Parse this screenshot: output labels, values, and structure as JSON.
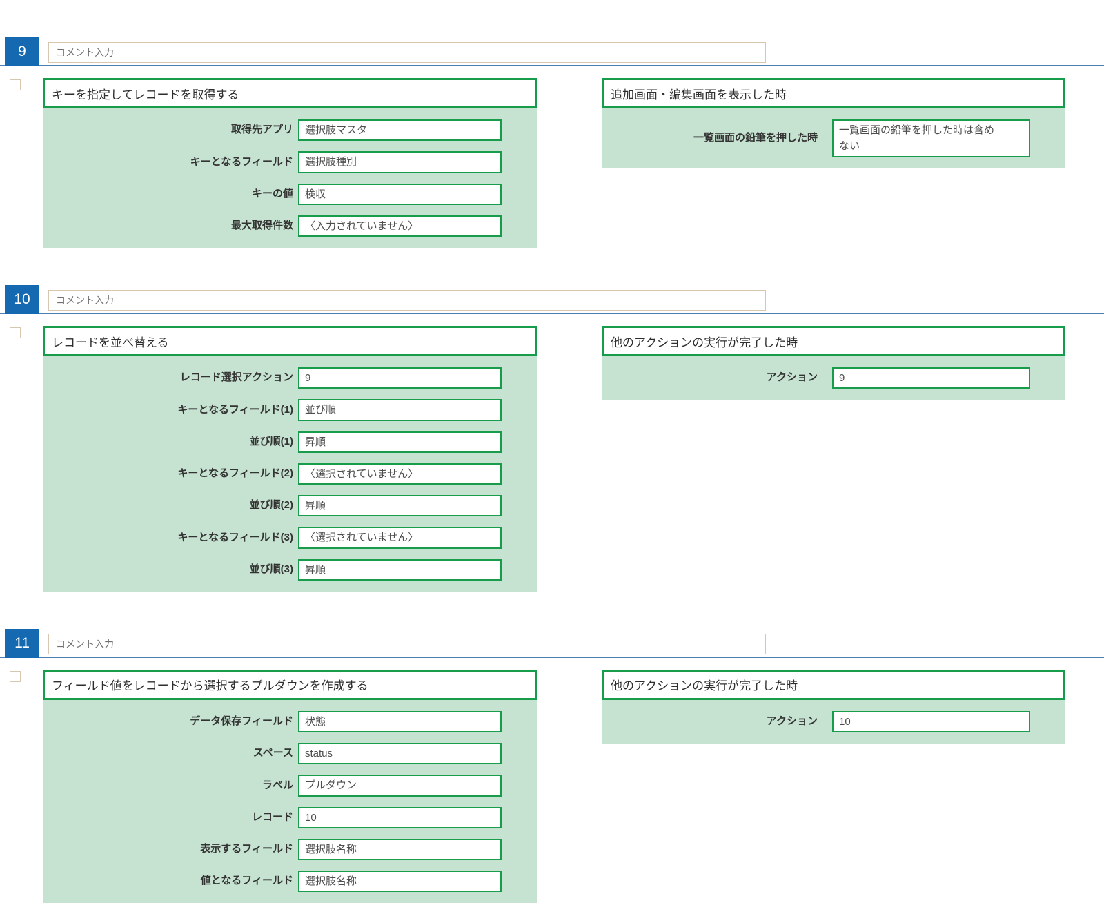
{
  "colors": {
    "badge_blue": "#1569b0",
    "divider_blue": "#4d7fb0",
    "green_border": "#169c4a",
    "panel_green_bg": "#c6e3d1",
    "tan_border": "#d8c7b0"
  },
  "sections": [
    {
      "number": "9",
      "comment_placeholder": "コメント入力",
      "action": {
        "title": "キーを指定してレコードを取得する",
        "fields": [
          {
            "label": "取得先アプリ",
            "value": "選択肢マスタ"
          },
          {
            "label": "キーとなるフィールド",
            "value": "選択肢種別"
          },
          {
            "label": "キーの値",
            "value": "検収"
          },
          {
            "label": "最大取得件数",
            "value": "〈入力されていません〉"
          }
        ]
      },
      "trigger": {
        "title": "追加画面・編集画面を表示した時",
        "fields": [
          {
            "label": "一覧画面の鉛筆を押した時",
            "value": "一覧画面の鉛筆を押した時は含め\nない"
          }
        ]
      }
    },
    {
      "number": "10",
      "comment_placeholder": "コメント入力",
      "action": {
        "title": "レコードを並べ替える",
        "fields": [
          {
            "label": "レコード選択アクション",
            "value": "9"
          },
          {
            "label": "キーとなるフィールド(1)",
            "value": "並び順"
          },
          {
            "label": "並び順(1)",
            "value": "昇順"
          },
          {
            "label": "キーとなるフィールド(2)",
            "value": "〈選択されていません〉"
          },
          {
            "label": "並び順(2)",
            "value": "昇順"
          },
          {
            "label": "キーとなるフィールド(3)",
            "value": "〈選択されていません〉"
          },
          {
            "label": "並び順(3)",
            "value": "昇順"
          }
        ]
      },
      "trigger": {
        "title": "他のアクションの実行が完了した時",
        "fields": [
          {
            "label": "アクション",
            "value": "9"
          }
        ]
      }
    },
    {
      "number": "11",
      "comment_placeholder": "コメント入力",
      "action": {
        "title": "フィールド値をレコードから選択するプルダウンを作成する",
        "fields": [
          {
            "label": "データ保存フィールド",
            "value": "状態"
          },
          {
            "label": "スペース",
            "value": "status"
          },
          {
            "label": "ラベル",
            "value": "プルダウン"
          },
          {
            "label": "レコード",
            "value": "10"
          },
          {
            "label": "表示するフィールド",
            "value": "選択肢名称"
          },
          {
            "label": "値となるフィールド",
            "value": "選択肢名称"
          }
        ]
      },
      "trigger": {
        "title": "他のアクションの実行が完了した時",
        "fields": [
          {
            "label": "アクション",
            "value": "10"
          }
        ]
      }
    }
  ]
}
